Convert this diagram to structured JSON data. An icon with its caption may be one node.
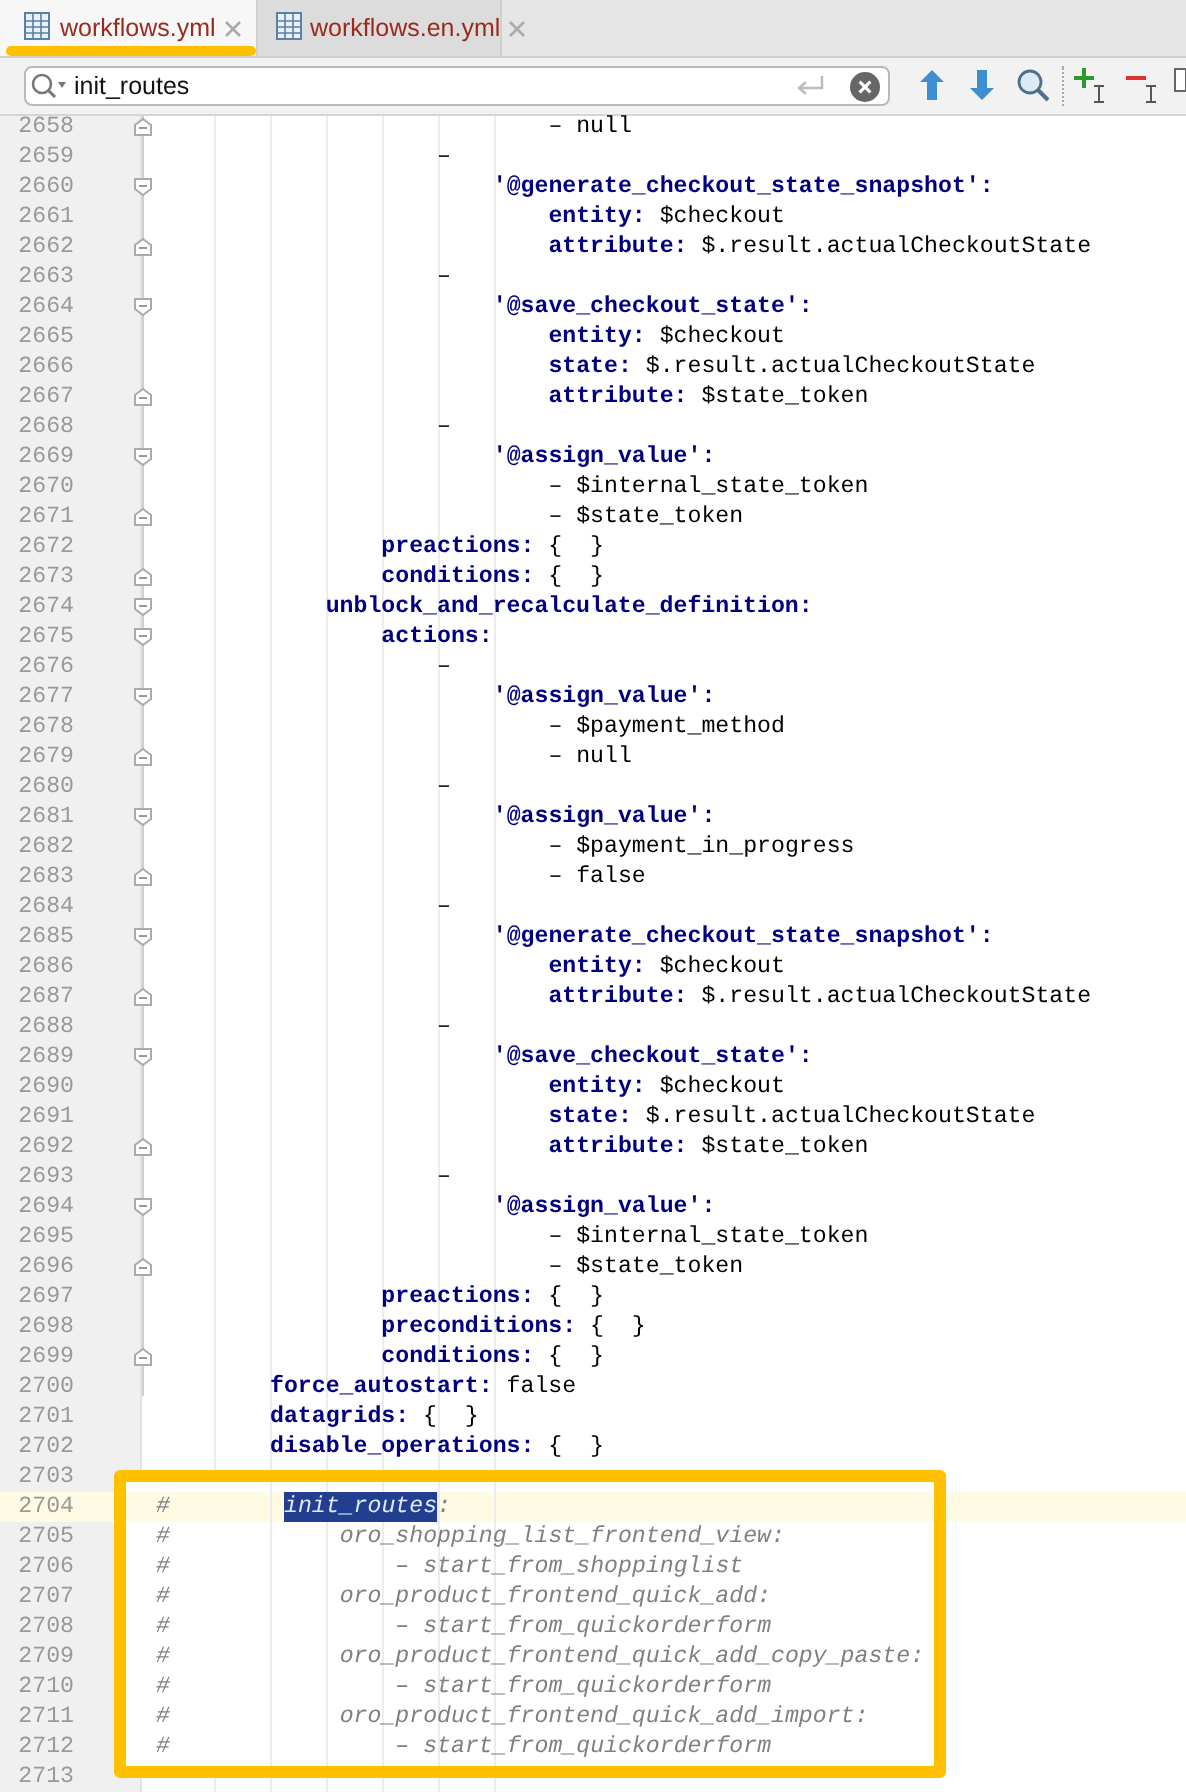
{
  "diagram": {
    "nodes": [
      {
        "text": [
          "#",
          "init_routes:",
          "#",
          "oro_shopping_list_frontend_view:",
          "#",
          "– start_from_shoppinglist",
          "#",
          "oro_product_frontend_quick_add:",
          "#",
          "– start_from_quickorderform",
          "#",
          "oro_product_frontend_quick_add_copy_paste:",
          "#",
          "– start_from_quickorderform",
          "#",
          "oro_product_frontend_quick_add_import:",
          "#",
          "– start_from_quickorderform"
        ]
      }
    ],
    "labels": [
      "workflows.yml",
      "workflows.en.yml",
      "init_routes",
      "2658",
      "– null",
      "2659",
      "–",
      "2660",
      "'@generate_checkout_state_snapshot':",
      "2661",
      "**entity:** $checkout",
      "2662",
      "**attribute:** $.result.actualCheckoutState",
      "2663",
      "–",
      "2664",
      "'@save_checkout_state':",
      "2665",
      "**entity:** $checkout",
      "2666",
      "**state:** $.result.actualCheckoutState",
      "2667",
      "**attribute:** $state_token",
      "2668",
      "–",
      "2669",
      "'@assign_value':",
      "2670",
      "– $internal_state_token",
      "2671",
      "– $state_token",
      "2672",
      "**preactions:** {  }",
      "2673",
      "**conditions:** {  }",
      "2674",
      "unblock_and_recalculate_definition:",
      "2675",
      "actions:",
      "2676",
      "–",
      "2677",
      "'@assign_value':",
      "2678",
      "– $payment_method",
      "2679",
      "– null",
      "2680",
      "–",
      "2681",
      "'@assign_value':",
      "2682",
      "– $payment_in_progress",
      "2683",
      "– false",
      "2684",
      "–",
      "2685",
      "'@generate_checkout_state_snapshot':",
      "2686",
      "**entity:** $checkout",
      "2687",
      "**attribute:** $.result.actualCheckoutState",
      "2688",
      "–",
      "2689",
      "'@save_checkout_state':",
      "2690",
      "**entity:** $checkout",
      "2691",
      "**state:** $.result.actualCheckoutState",
      "2692",
      "**attribute:** $state_token",
      "2693",
      "–",
      "2694",
      "'@assign_value':",
      "2695",
      "– $internal_state_token",
      "2696",
      "– $state_token",
      "2697",
      "**preactions:** {  }",
      "2698",
      "**preconditions:** {  }",
      "2699",
      "**conditions:** {  }",
      "2700",
      "**force_autostart:** false",
      "2701",
      "**datagrids:** {  }",
      "2702",
      "**disable_operations:** {  }",
      "2703",
      "2704",
      "2705",
      "2706",
      "2707",
      "2708",
      "2709",
      "2710",
      "2711",
      "2712",
      "2713"
    ]
  }
}
